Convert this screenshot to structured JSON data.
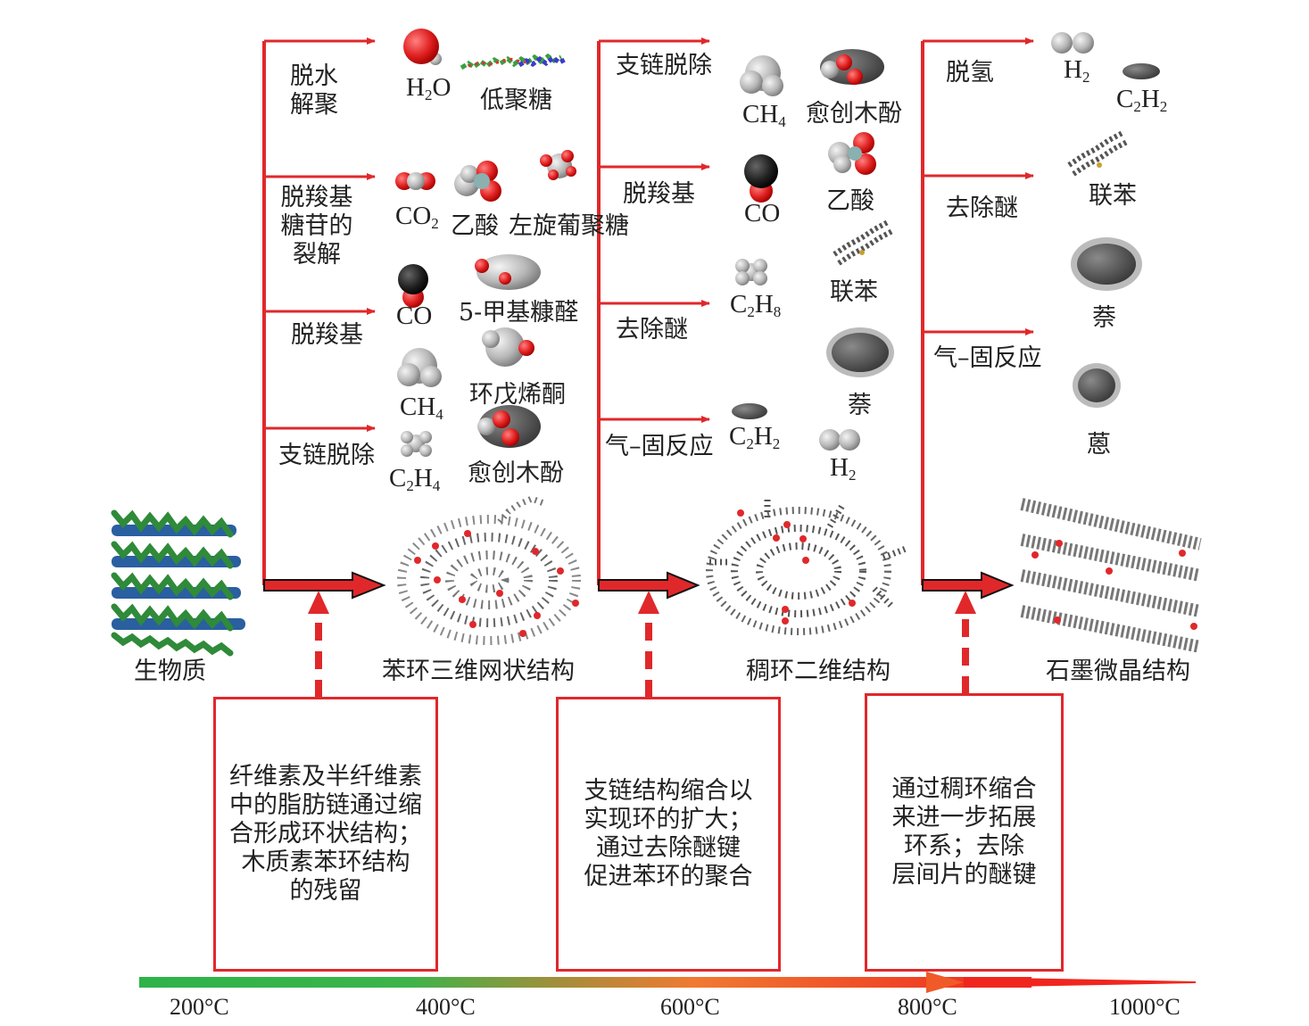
{
  "stages": [
    {
      "steps": [
        {
          "label": "脱水\n解聚",
          "products": [
            "H2O",
            "低聚糖"
          ]
        },
        {
          "label": "脱羧基\n糖苷的\n裂解",
          "products": [
            "CO2",
            "乙酸",
            "左旋葡聚糖"
          ]
        },
        {
          "label": "脱羧基",
          "products": [
            "CO",
            "5-甲基糠醛",
            "CH4",
            "环戊烯酮"
          ]
        },
        {
          "label": "支链脱除",
          "products": [
            "C2H4",
            "愈创木酚"
          ]
        }
      ]
    },
    {
      "steps": [
        {
          "label": "支链脱除",
          "products": [
            "CH4",
            "愈创木酚"
          ]
        },
        {
          "label": "脱羧基",
          "products": [
            "CO",
            "乙酸",
            "联苯"
          ]
        },
        {
          "label": "去除醚",
          "products": [
            "C2H8",
            "萘"
          ]
        },
        {
          "label": "气–固反应",
          "products": [
            "C2H2",
            "H2"
          ]
        }
      ]
    },
    {
      "steps": [
        {
          "label": "脱氢",
          "products": [
            "H2",
            "C2H2"
          ]
        },
        {
          "label": "去除醚",
          "products": [
            "联苯"
          ]
        },
        {
          "label": "气–固反应",
          "products": [
            "萘",
            "蒽"
          ]
        }
      ]
    }
  ],
  "structures": [
    "生物质",
    "苯环三维网状结构",
    "稠环二维结构",
    "石墨微晶结构"
  ],
  "descriptions": [
    "纤维素及半纤维素\n中的脂肪链通过缩\n合形成环状结构；\n木质素苯环结构\n的残留",
    "支链结构缩合以\n实现环的扩大；\n通过去除醚键\n促进苯环的聚合",
    "通过稠环缩合\n来进一步拓展\n环系；去除\n层间片的醚键"
  ],
  "temperature_axis": [
    "200°C",
    "400°C",
    "600°C",
    "800°C",
    "1000°C"
  ],
  "colors": {
    "arrow": "#e0282b",
    "temp_start": "#2db34a",
    "temp_end": "#f0261e"
  }
}
